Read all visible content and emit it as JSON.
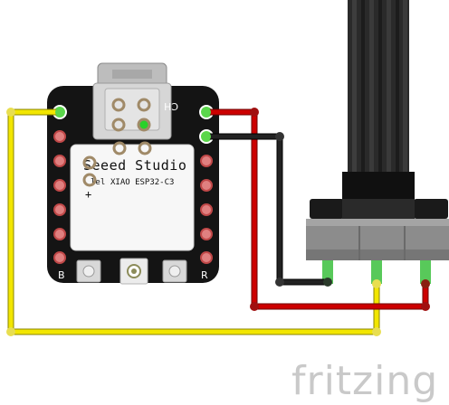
{
  "board": {
    "brand": "Seeed Studio",
    "model": "XIAO ESP32-C3",
    "model_prefix": "lel",
    "plus_mark": "+",
    "chip_label": "CH",
    "button_left_label": "B",
    "button_right_label": "R"
  },
  "watermark": "fritzing",
  "wire_colors": {
    "yellow": "#f2e600",
    "red": "#cc0000",
    "black": "#222222"
  }
}
